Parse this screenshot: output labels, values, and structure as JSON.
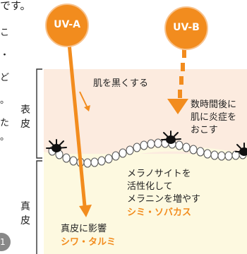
{
  "top_text_fragment": "です。",
  "left_edge_chars": [
    "こ",
    "・",
    "ど",
    "。",
    "た",
    "。"
  ],
  "page_number": "1",
  "layers": {
    "epidermis": "表皮",
    "dermis": "真皮"
  },
  "rays": {
    "uva": "UV-A",
    "uvb": "UV-B"
  },
  "annotations": {
    "uva_epidermis": "肌を黒くする",
    "uvb_line1": "数時間後に",
    "uvb_line2": "肌に炎症を",
    "uvb_line3": "おこす",
    "melanocyte_line1": "メラノサイトを",
    "melanocyte_line2": "活性化して",
    "melanocyte_line3": "メラニンを増やす",
    "melanocyte_result": "シミ・ソバカス",
    "dermis_line1": "真皮に影響",
    "dermis_result": "シワ・タルミ"
  },
  "colors": {
    "accent": "#F28C1E",
    "epidermis_bg": "#FCEBDF",
    "dermis_bg": "#FDF9E0"
  }
}
